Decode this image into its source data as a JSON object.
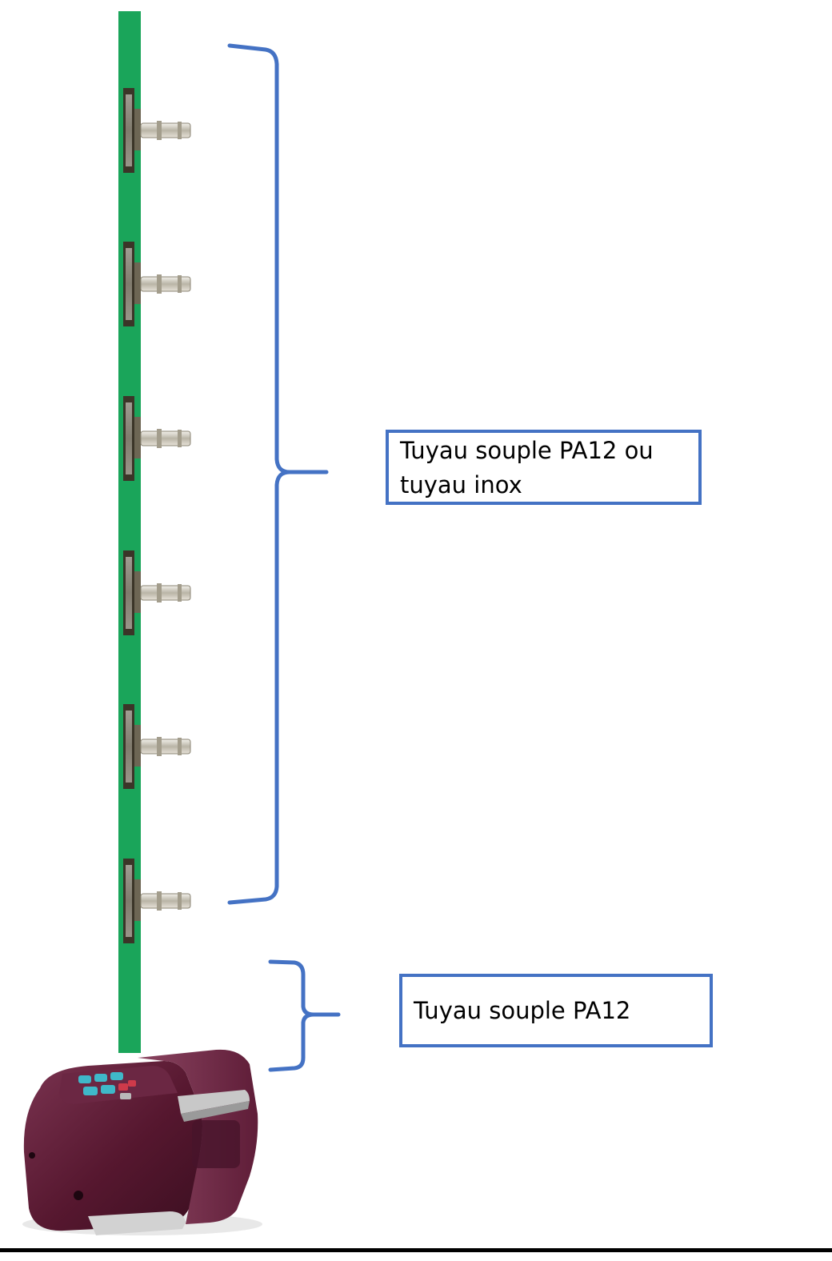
{
  "callouts": {
    "upper": {
      "line1": "Tuyau souple PA12 ou",
      "line2": "tuyau inox"
    },
    "lower": {
      "text": "Tuyau souple PA12"
    }
  },
  "colors": {
    "tube": "#1aa55a",
    "bracket": "#4472c4",
    "box_border": "#4472c4",
    "device_body": "#5a1f35",
    "device_buttons": "#3fb8c9",
    "baseline": "#000000"
  },
  "icons": {
    "connectors": "tee-fitting-icon",
    "device": "handheld-analyzer-icon"
  }
}
